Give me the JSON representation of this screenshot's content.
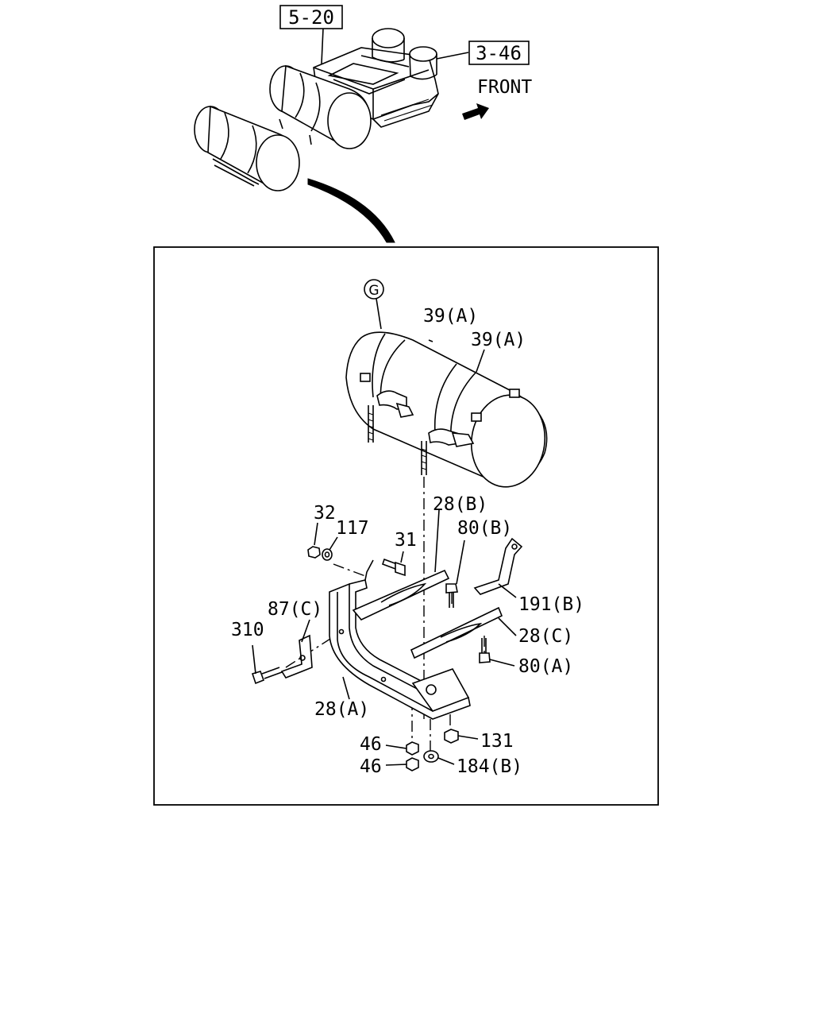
{
  "refs": {
    "ref_5_20": "5-20",
    "ref_3_46": "3-46"
  },
  "front_label": "FRONT",
  "detail_marker": "G",
  "parts": {
    "p39a_1": "39(A)",
    "p39a_2": "39(A)",
    "p28b": "28(B)",
    "p32": "32",
    "p117": "117",
    "p31": "31",
    "p80b": "80(B)",
    "p87c": "87(C)",
    "p191b": "191(B)",
    "p310": "310",
    "p28c": "28(C)",
    "p80a": "80(A)",
    "p28a": "28(A)",
    "p46_1": "46",
    "p131": "131",
    "p46_2": "46",
    "p184b": "184(B)"
  }
}
